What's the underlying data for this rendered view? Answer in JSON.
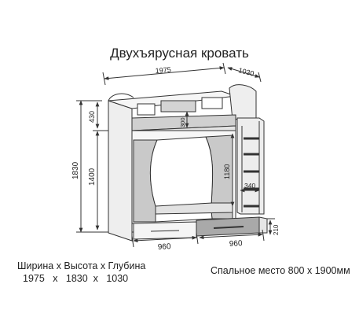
{
  "title": "Двухъярусная кровать",
  "dimensions": {
    "width_top": "1975",
    "depth_top": "1030",
    "height_total": "1830",
    "height_body": "1400",
    "height_top": "430",
    "rail_300": "300",
    "ladder_height": "1180",
    "step_340": "340",
    "bottom_width_left": "960",
    "bottom_width_right": "960",
    "drawer_210": "210"
  },
  "caption": {
    "line1": "Ширина х Высота х Глубина",
    "line2": "1975   х   1830  х   1030",
    "sleeping": "Спальное место 800 х 1900мм"
  },
  "colors": {
    "line": "#333333",
    "wood_light": "#e9e9e9",
    "wood_mid": "#bdbdbd",
    "drawer_dark": "#a8a8a8"
  }
}
